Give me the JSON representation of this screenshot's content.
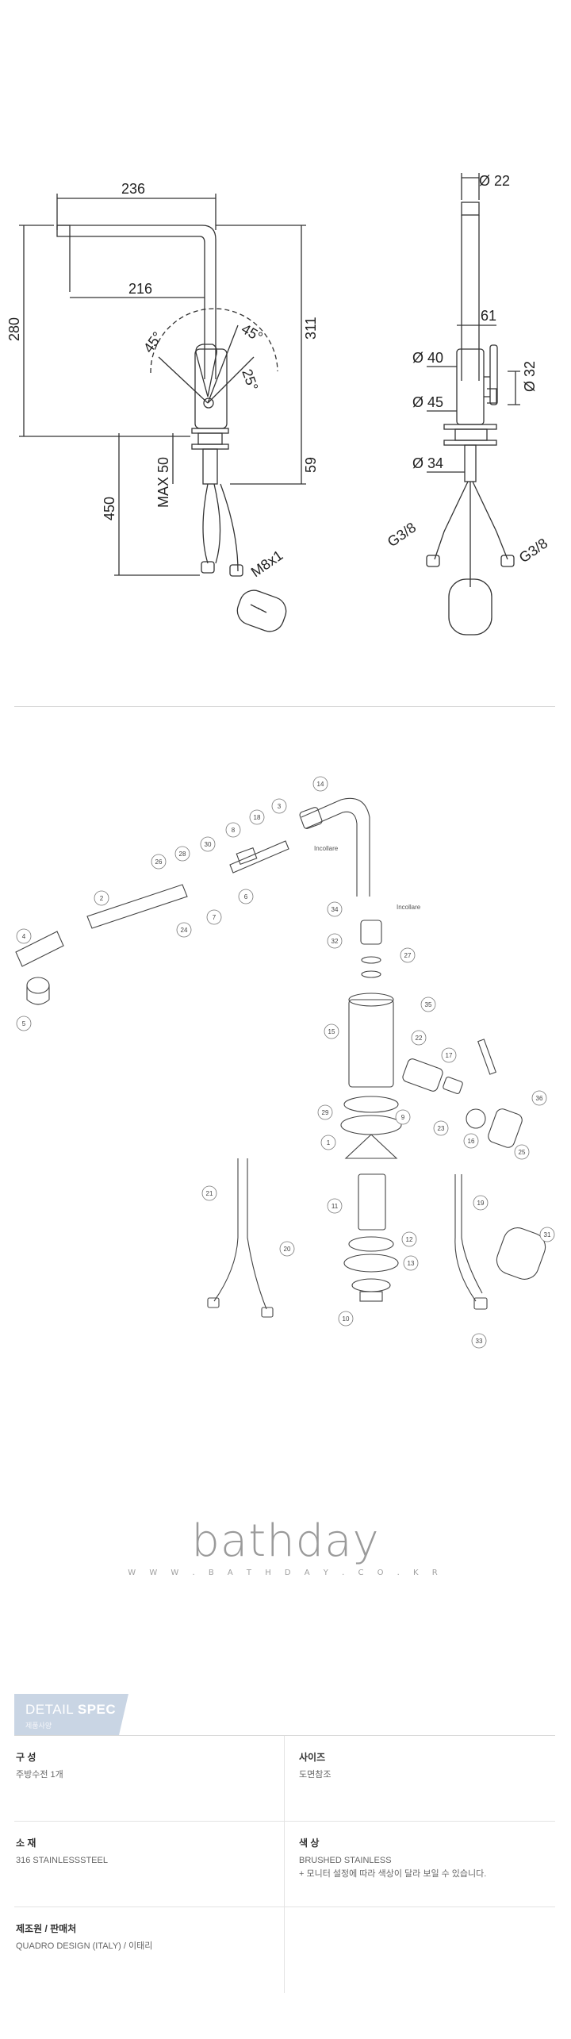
{
  "dimension_drawing": {
    "side_view": {
      "width_top": "236",
      "spout_reach": "216",
      "height": "280",
      "total_height": "311",
      "angle_left": "45°",
      "angle_right": "45°",
      "angle_lever": "25°",
      "base_height": "59",
      "max_thickness": "MAX 50",
      "hose_length": "450",
      "thread": "M8x1"
    },
    "front_view": {
      "dia_top": "Ø 22",
      "width_lever": "61",
      "dia_body": "Ø 40",
      "dia_lever": "Ø 32",
      "dia_base": "Ø 45",
      "dia_shank": "Ø 34",
      "connection_left": "G3/8",
      "connection_right": "G3/8"
    }
  },
  "exploded_view": {
    "note_label": "Incollare",
    "parts": [
      "1",
      "2",
      "3",
      "4",
      "5",
      "6",
      "7",
      "8",
      "9",
      "10",
      "11",
      "12",
      "13",
      "14",
      "15",
      "16",
      "17",
      "18",
      "19",
      "20",
      "21",
      "22",
      "23",
      "24",
      "25",
      "26",
      "27",
      "28",
      "29",
      "30",
      "31",
      "32",
      "33",
      "34",
      "35",
      "36"
    ]
  },
  "brand": {
    "logo": "bathday",
    "url": "W W W . B A T H D A Y . C O . K R"
  },
  "spec": {
    "tab_title_light": "DETAIL ",
    "tab_title_bold": "SPEC",
    "tab_subtitle": "제품사양",
    "items": [
      {
        "label": "구 성",
        "value": "주방수전 1개"
      },
      {
        "label": "사이즈",
        "value": "도면참조"
      },
      {
        "label": "소 재",
        "value": "316 STAINLESSSTEEL"
      },
      {
        "label": "색 상",
        "value": "BRUSHED STAINLESS",
        "note": "+ 모니터 설정에 따라 색상이 달라 보일 수 있습니다."
      },
      {
        "label": "제조원 / 판매처",
        "value": "QUADRO DESIGN (ITALY) / 이태리"
      },
      {
        "label": "",
        "value": ""
      }
    ]
  },
  "colors": {
    "line": "#333333",
    "divider": "#dadada",
    "tab": "#c9d5e4"
  }
}
